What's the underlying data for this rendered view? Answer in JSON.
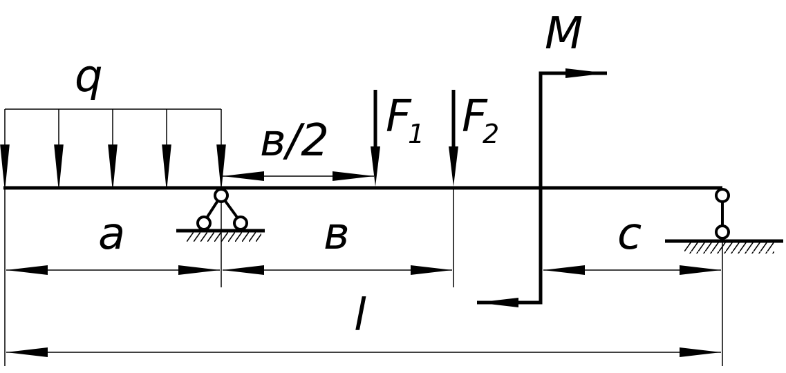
{
  "labels": {
    "q": "q",
    "half_b": "в/2",
    "F1": "F",
    "F1_sub": "1",
    "F2": "F",
    "F2_sub": "2",
    "M": "M",
    "a": "a",
    "b": "в",
    "c": "c",
    "l": "l"
  },
  "colors": {
    "ink": "#000000",
    "background": "#ffffff"
  }
}
